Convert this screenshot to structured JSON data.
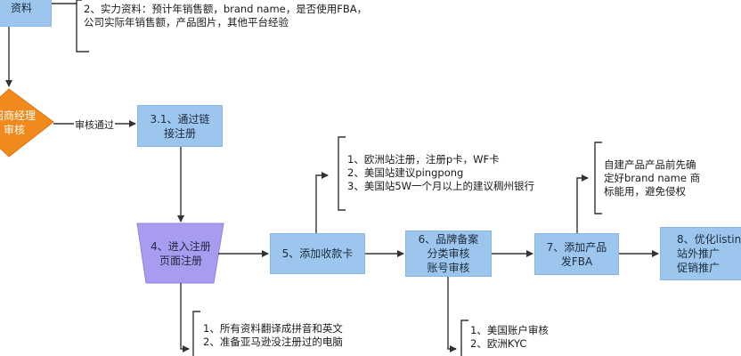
{
  "nodes": {
    "top_left_box": "资料",
    "decision": "招商经理\n审核",
    "decision_pass": "审核通过",
    "step_3_1": "3.1、通过链\n接注册",
    "step_4": "4、进入注册\n页面注册",
    "step_5": "5、添加收款卡",
    "step_6": "6、品牌备案\n分类审核\n账号审核",
    "step_7": "7、添加产品\n发FBA",
    "step_8": "8、优化listin\n站外推广\n促销推广"
  },
  "notes": {
    "top_note": "2、实力资料：预计年销售额，brand name，是否使用FBA，\n公司实际年销售额，产品图片，其他平台经验",
    "payment_note": "1、欧洲站注册，注册p卡，WF卡\n2、美国站建议pingpong\n3、美国站5W一个月以上的建议稠州银行",
    "brand_note": "自建产品产品前先确\n定好brand name 商\n标能用，避免侵权",
    "register_note": "1、所有资料翻译成拼音和英文\n2、准备亚马逊没注册过的电脑",
    "audit_note": "1、美国账户审核\n2、欧洲KYC"
  },
  "colors": {
    "box_fill": "#9cc6ee",
    "decision_fill": "#f08a1c",
    "trapezoid_fill": "#a89cf0",
    "line": "#333333"
  }
}
